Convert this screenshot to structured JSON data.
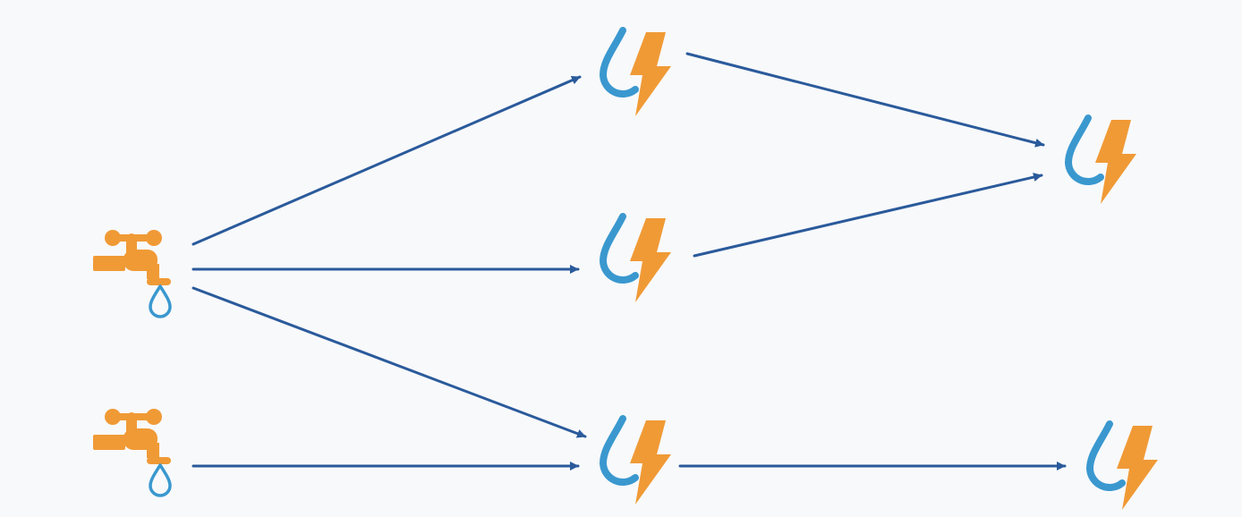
{
  "colors": {
    "background": "#f8f9fb",
    "arrow": "#2a5a9b",
    "water": "#3a98cf",
    "energy": "#f09a36",
    "tap": "#f09a36"
  },
  "icons": {
    "source": "water-tap-icon",
    "plant": "hydro-power-icon"
  },
  "nodes": [
    {
      "id": "tap-1",
      "kind": "source"
    },
    {
      "id": "tap-2",
      "kind": "source"
    },
    {
      "id": "plant-1",
      "kind": "plant"
    },
    {
      "id": "plant-2",
      "kind": "plant"
    },
    {
      "id": "plant-3",
      "kind": "plant"
    },
    {
      "id": "plant-4",
      "kind": "plant"
    },
    {
      "id": "plant-5",
      "kind": "plant"
    }
  ],
  "edges": [
    {
      "from": "tap-1",
      "to": "plant-1"
    },
    {
      "from": "tap-1",
      "to": "plant-2"
    },
    {
      "from": "tap-1",
      "to": "plant-3"
    },
    {
      "from": "tap-2",
      "to": "plant-3"
    },
    {
      "from": "plant-1",
      "to": "plant-4"
    },
    {
      "from": "plant-2",
      "to": "plant-4"
    },
    {
      "from": "plant-3",
      "to": "plant-5"
    }
  ]
}
